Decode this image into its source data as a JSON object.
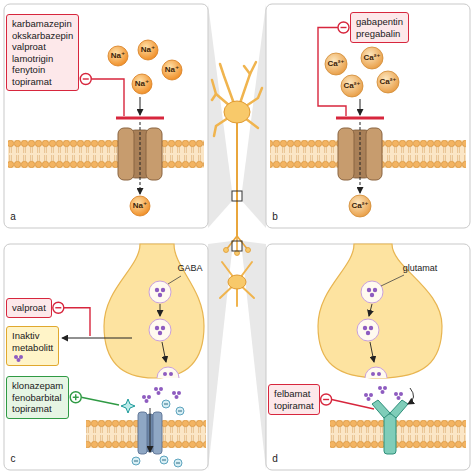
{
  "diagram": {
    "nodes": [
      {
        "text": [
          "karbamazepin okskarbazepin valproat lamotrigin fenytoin topiramat"
        ]
      },
      {
        "text": [
          "gabapentin pregabalin"
        ]
      },
      {
        "text": [
          "valproat"
        ]
      },
      {
        "text": [
          "Inaktiv metabolitt"
        ]
      },
      {
        "text": [
          "klonazepam fenobarbital topiramat"
        ]
      },
      {
        "text": [
          "felbamat topiramat"
        ]
      }
    ],
    "labels": [
      "Na⁺",
      "Na⁺",
      "Na⁺",
      "Na⁺",
      "Na⁺",
      "a",
      "Ca²⁺",
      "Ca²⁺",
      "Ca²⁺",
      "Ca²⁺",
      "Ca²⁺",
      "b",
      "GABA",
      "c",
      "glutamat",
      "d"
    ]
  }
}
